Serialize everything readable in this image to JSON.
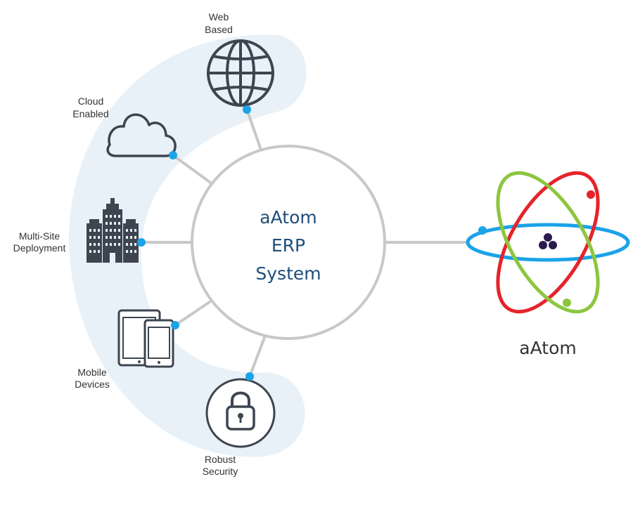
{
  "hub": {
    "lines": [
      "aAtom",
      "ERP",
      "System"
    ]
  },
  "brand": {
    "name": "aAtom"
  },
  "features": [
    {
      "id": "web-based",
      "lines": [
        "Web",
        "Based"
      ],
      "icon": "globe-icon"
    },
    {
      "id": "cloud-enabled",
      "lines": [
        "Cloud",
        "Enabled"
      ],
      "icon": "cloud-icon"
    },
    {
      "id": "multi-site-deployment",
      "lines": [
        "Multi-Site",
        "Deployment"
      ],
      "icon": "buildings-icon"
    },
    {
      "id": "mobile-devices",
      "lines": [
        "Mobile",
        "Devices"
      ],
      "icon": "mobile-devices-icon"
    },
    {
      "id": "robust-security",
      "lines": [
        "Robust",
        "Security"
      ],
      "icon": "padlock-icon"
    }
  ],
  "colors": {
    "arc_background": "#e8f1f7",
    "connector": "#c8c8c8",
    "icon_stroke": "#3d4551",
    "node_dot": "#1aa3e8",
    "hub_text": "#1f4e79",
    "orbit_red": "#e5232b",
    "orbit_green": "#8cc63f",
    "orbit_blue": "#1aa3e8",
    "nucleus": "#2b1b4d"
  }
}
